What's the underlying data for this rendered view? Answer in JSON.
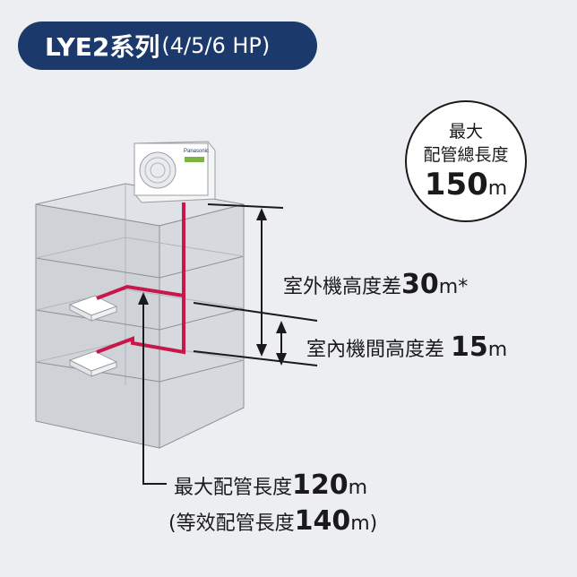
{
  "title": {
    "main": "LYE2系列",
    "sub": "(4/5/6 HP)"
  },
  "brand_label": "Panasonic",
  "total_pipe": {
    "line1": "最大",
    "line2": "配管總長度",
    "value": "150",
    "unit": "m"
  },
  "outdoor_height": {
    "label": "室外機高度差",
    "value": "30",
    "unit": "m*"
  },
  "indoor_height": {
    "label": "室內機間高度差",
    "value": "15",
    "unit": "m"
  },
  "max_pipe": {
    "label": "最大配管長度",
    "value": "120",
    "unit": "m"
  },
  "equiv_pipe": {
    "open": "(",
    "label": "等效配管長度",
    "value": "140",
    "unit": "m",
    "close": ")"
  },
  "colors": {
    "pipe": "#c8174a",
    "title_bg": "#1b3a6b",
    "building": "#a9adb3"
  }
}
